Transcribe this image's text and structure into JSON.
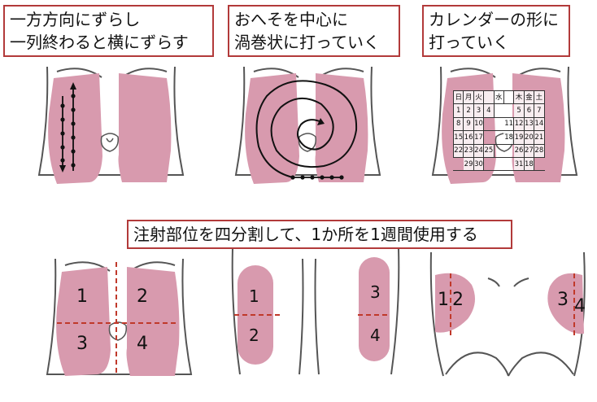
{
  "captions": {
    "one_direction": {
      "line1": "一方方向にずらし",
      "line2": "一列終わると横にずらす"
    },
    "spiral": {
      "line1": "おへそを中心に",
      "line2": "渦巻状に打っていく"
    },
    "calendar": {
      "line1": "カレンダーの形に",
      "line2": "打っていく"
    },
    "quadrant": {
      "line1": "注射部位を四分割して、1か所を1週間使用する"
    }
  },
  "calendar": {
    "headers": [
      "日",
      "月",
      "火",
      "",
      "水",
      "",
      "木",
      "金",
      "土"
    ],
    "rows": [
      [
        "1",
        "2",
        "3",
        "4",
        "",
        "",
        "5",
        "6",
        "7"
      ],
      [
        "8",
        "9",
        "10",
        "",
        "",
        "11",
        "12",
        "13",
        "14"
      ],
      [
        "15",
        "16",
        "17",
        "",
        "",
        "",
        "18",
        "19",
        "20",
        "21"
      ],
      [
        "22",
        "23",
        "24",
        "25",
        "",
        "",
        "26",
        "27",
        "28"
      ],
      [
        "",
        "29",
        "30",
        "",
        "",
        "",
        "31",
        "18",
        ""
      ]
    ]
  },
  "quadrant_labels": {
    "abdomen": [
      "1",
      "2",
      "3",
      "4"
    ],
    "thigh": [
      "1",
      "2",
      "3",
      "4"
    ],
    "buttock": [
      "1",
      "2",
      "3",
      "4"
    ]
  },
  "colors": {
    "skin_site": "#d89aae",
    "caption_border": "#b23a3a",
    "divider": "#c0392b",
    "outline": "#555555"
  }
}
